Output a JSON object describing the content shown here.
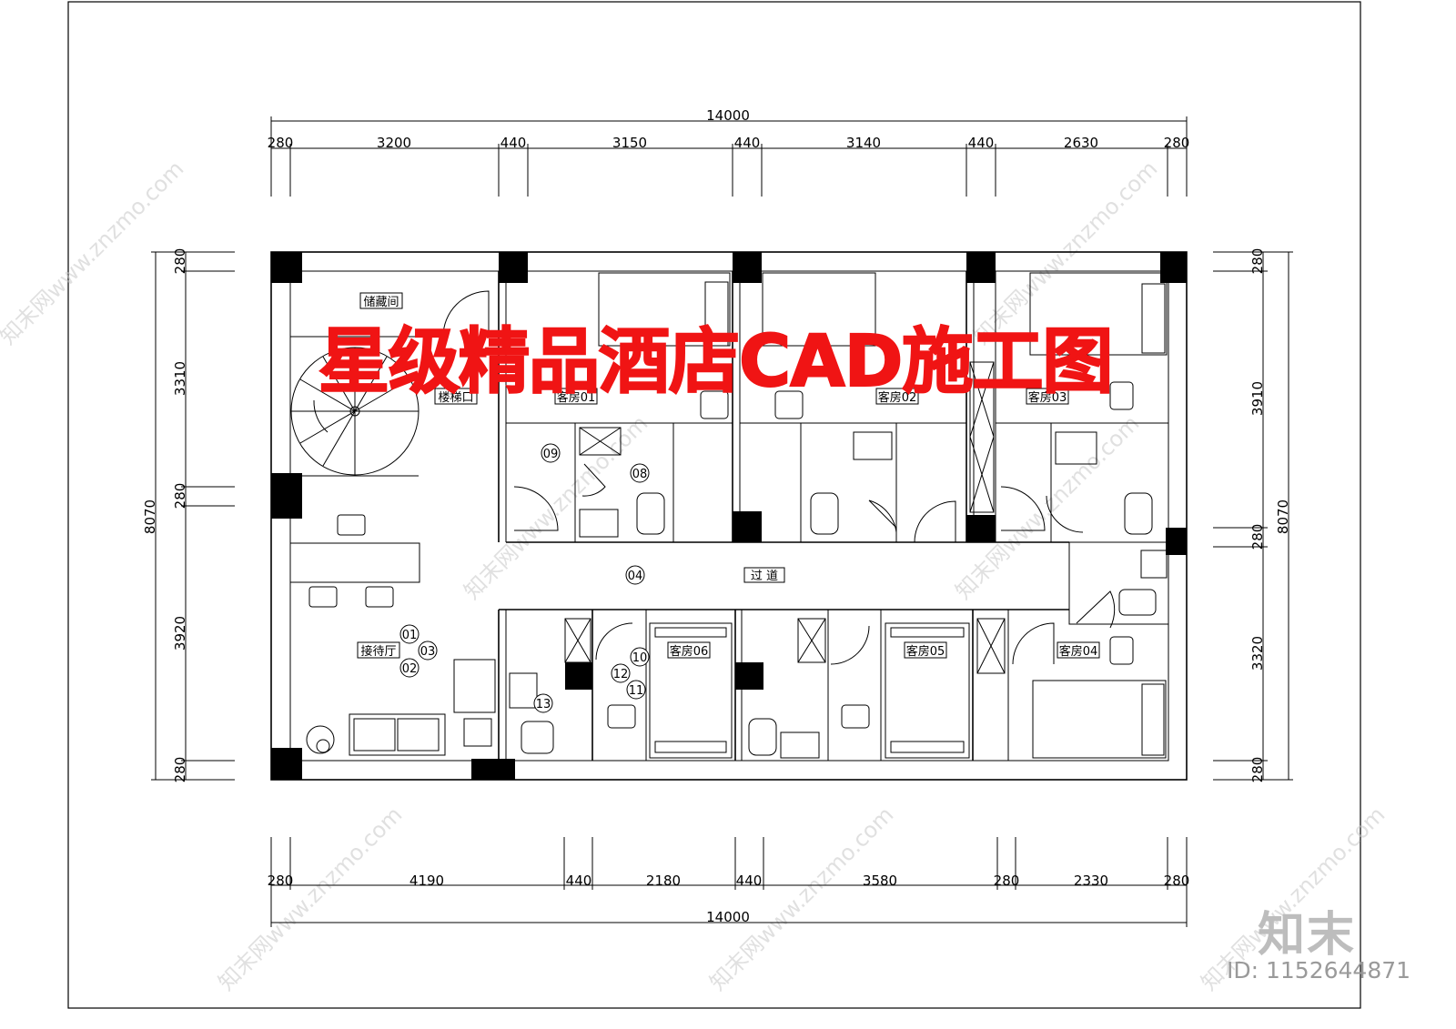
{
  "title": "星级精品酒店CAD施工图",
  "dims": {
    "top_total": "14000",
    "top_segments": [
      "280",
      "3200",
      "440",
      "3150",
      "440",
      "3140",
      "440",
      "2630",
      "280"
    ],
    "bottom_total": "14000",
    "bottom_segments": [
      "280",
      "4190",
      "440",
      "2180",
      "440",
      "3580",
      "280",
      "2330",
      "280"
    ],
    "left_total": "8070",
    "left_segments": [
      "280",
      "3310",
      "280",
      "3920",
      "280"
    ],
    "right_total": "8070",
    "right_segments": [
      "280",
      "3910",
      "280",
      "3320",
      "280"
    ]
  },
  "rooms": {
    "storage": "储藏间",
    "stairs": "楼梯口",
    "room01": "客房01",
    "room02": "客房02",
    "room03": "客房03",
    "corridor": "过 道",
    "reception": "接待厅",
    "room06": "客房06",
    "room05": "客房05",
    "room04": "客房04"
  },
  "tags": [
    "01",
    "02",
    "03",
    "04",
    "08",
    "09",
    "10",
    "11",
    "12",
    "13"
  ],
  "watermark": "知末网www.znzmo.com",
  "brand": "知末",
  "brand_id": "ID: 1152644871"
}
